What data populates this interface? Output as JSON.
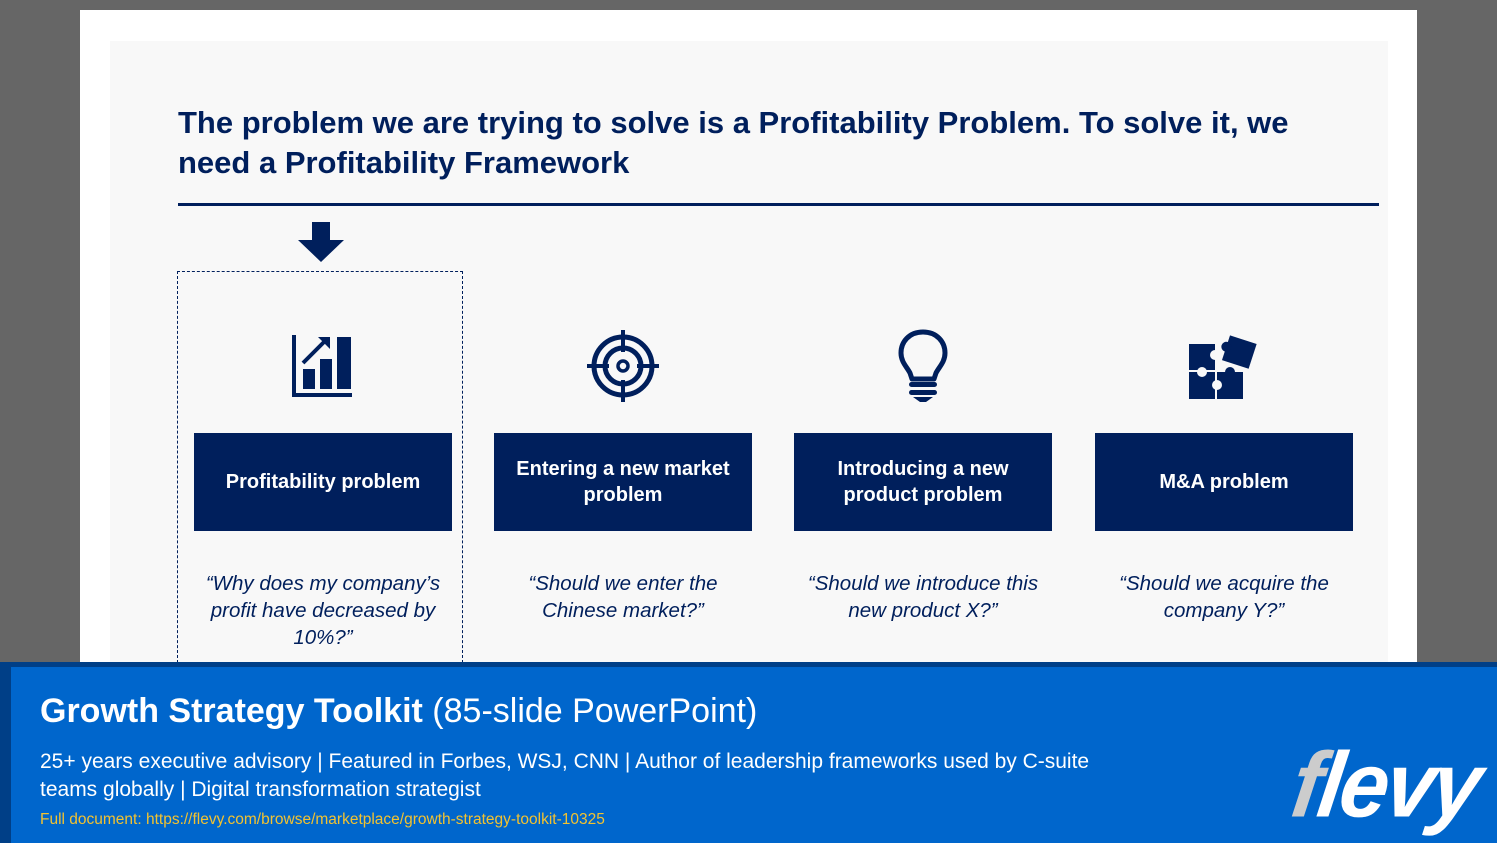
{
  "slide": {
    "title": "The problem we are trying to solve is a Profitability Problem. To solve it, we need a Profitability Framework",
    "pointer_icon": "arrow-down-icon",
    "highlighted_index": 0,
    "columns": [
      {
        "icon": "bar-chart-growth-icon",
        "label": "Profitability problem",
        "question": "“Why does my company’s profit have decreased by 10%?”"
      },
      {
        "icon": "target-crosshair-icon",
        "label": "Entering a new market problem",
        "question": "“Should we enter the Chinese market?”"
      },
      {
        "icon": "lightbulb-icon",
        "label": "Introducing a new product problem",
        "question": "“Should we introduce this new product X?”"
      },
      {
        "icon": "puzzle-pieces-icon",
        "label": "M&A problem",
        "question": "“Should we acquire the company Y?”"
      }
    ]
  },
  "banner": {
    "title_strong": "Growth Strategy Toolkit",
    "title_light": "(85-slide PowerPoint)",
    "description": "25+ years executive advisory | Featured in Forbes, WSJ, CNN | Author of leadership frameworks used by C-suite teams globally | Digital transformation strategist",
    "link": "Full document: https://flevy.com/browse/marketplace/growth-strategy-toolkit-10325",
    "logo_first": "f",
    "logo_rest": "levy"
  },
  "colors": {
    "navy": "#001f5c",
    "banner_blue": "#0066cc",
    "banner_border": "#003f87",
    "link_yellow": "#f2c230",
    "background_gray": "#666666"
  }
}
